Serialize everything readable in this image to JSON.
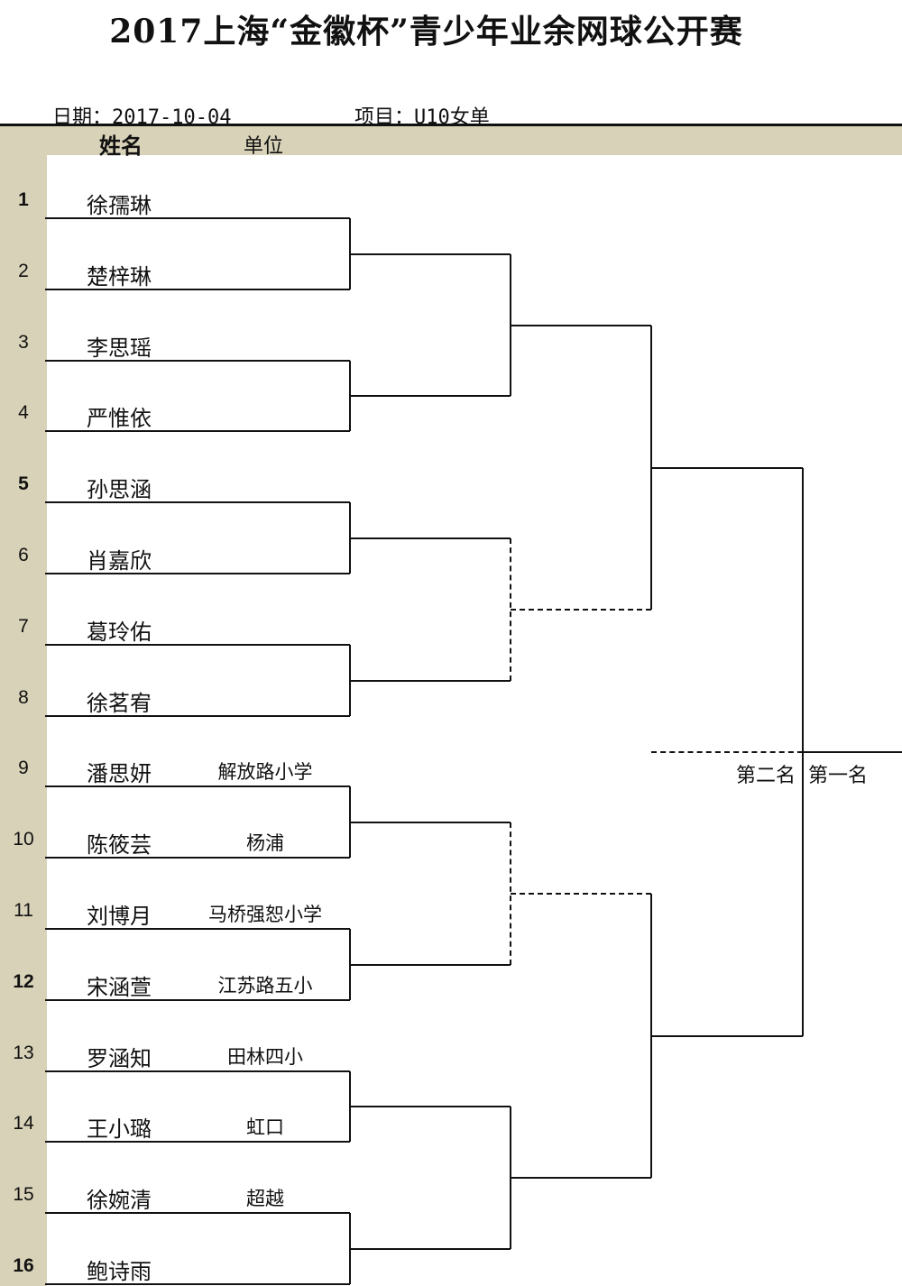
{
  "title": "2017上海“金徽杯”青少年业余网球公开赛",
  "meta": {
    "date": "日期：2017-10-04",
    "event": "项目：U10女单"
  },
  "header": {
    "name_col": "姓名",
    "club_col": "单位"
  },
  "players": [
    {
      "seed": "1",
      "seed_bold": true,
      "name": "徐孺琳",
      "club": ""
    },
    {
      "seed": "2",
      "seed_bold": false,
      "name": "楚梓琳",
      "club": ""
    },
    {
      "seed": "3",
      "seed_bold": false,
      "name": "李思瑶",
      "club": ""
    },
    {
      "seed": "4",
      "seed_bold": false,
      "name": "严惟依",
      "club": ""
    },
    {
      "seed": "5",
      "seed_bold": true,
      "name": "孙思涵",
      "club": ""
    },
    {
      "seed": "6",
      "seed_bold": false,
      "name": "肖嘉欣",
      "club": ""
    },
    {
      "seed": "7",
      "seed_bold": false,
      "name": "葛玲佑",
      "club": ""
    },
    {
      "seed": "8",
      "seed_bold": false,
      "name": "徐茗宥",
      "club": ""
    },
    {
      "seed": "9",
      "seed_bold": false,
      "name": "潘思妍",
      "club": "解放路小学"
    },
    {
      "seed": "10",
      "seed_bold": false,
      "name": "陈筱芸",
      "club": "杨浦"
    },
    {
      "seed": "11",
      "seed_bold": false,
      "name": "刘博月",
      "club": "马桥强恕小学"
    },
    {
      "seed": "12",
      "seed_bold": true,
      "name": "宋涵萱",
      "club": "江苏路五小"
    },
    {
      "seed": "13",
      "seed_bold": false,
      "name": "罗涵知",
      "club": "田林四小"
    },
    {
      "seed": "14",
      "seed_bold": false,
      "name": "王小璐",
      "club": "虹口"
    },
    {
      "seed": "15",
      "seed_bold": false,
      "name": "徐婉清",
      "club": "超越"
    },
    {
      "seed": "16",
      "seed_bold": true,
      "name": "鲍诗雨",
      "club": ""
    }
  ],
  "placements": {
    "second": "第二名",
    "first": "第一名"
  }
}
